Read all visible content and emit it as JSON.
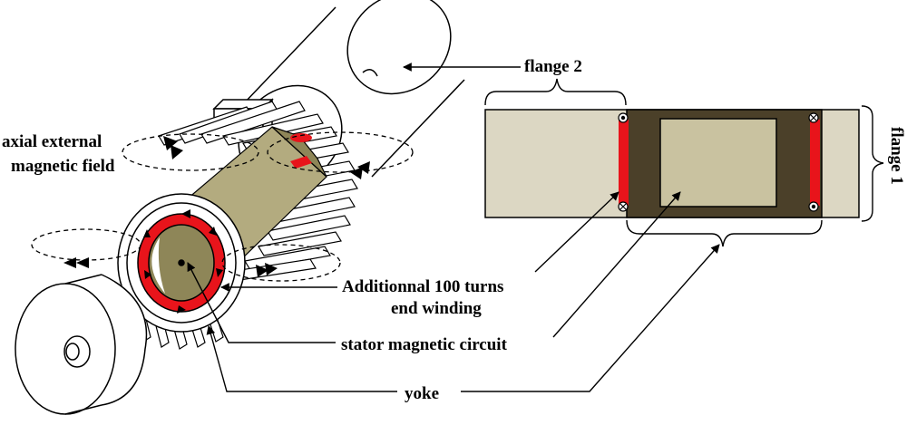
{
  "labels": {
    "flange2": "flange 2",
    "flange1": "flange 1",
    "axial_line1": "axial external",
    "axial_line2": "magnetic field",
    "winding_line1": "Additionnal 100 turns",
    "winding_line2": "end winding",
    "stator": "stator magnetic circuit",
    "yoke": "yoke"
  },
  "colors": {
    "winding_red": "#e8141b",
    "flange_beige": "#dcd7c3",
    "yoke_dark": "#4b4029",
    "stator_khaki": "#c9c2a0",
    "stator_olive": "#8e8658"
  }
}
